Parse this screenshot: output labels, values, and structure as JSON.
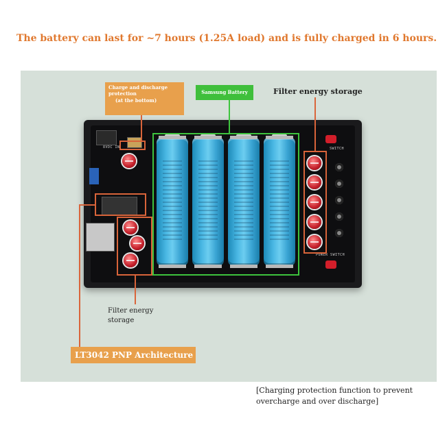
{
  "headline": "The battery can last for ~7 hours (1.25A load) and is fully charged in 6 hours.",
  "labels": {
    "charge_protection": "Charge and discharge protection",
    "at_bottom": "(at the bottom)",
    "samsung_battery": "Samsung Battery",
    "filter_top": "Filter energy storage",
    "filter_bottom": "Filter energy storage",
    "lt3042": "LT3042 PNP Architecture",
    "charging_note": "[Charging protection function to prevent overcharge and over discharge]"
  },
  "board_silkscreen": {
    "input": "8VDC IN",
    "switch_top": "SWITCH",
    "switch_bottom": "POWER SWITCH"
  },
  "colors": {
    "headline": "#e0782e",
    "annotation_orange": "#d9643a",
    "label_orange": "#e8a04c",
    "annotation_green": "#3ec43e",
    "panel_bg": "#d6e0d9"
  }
}
